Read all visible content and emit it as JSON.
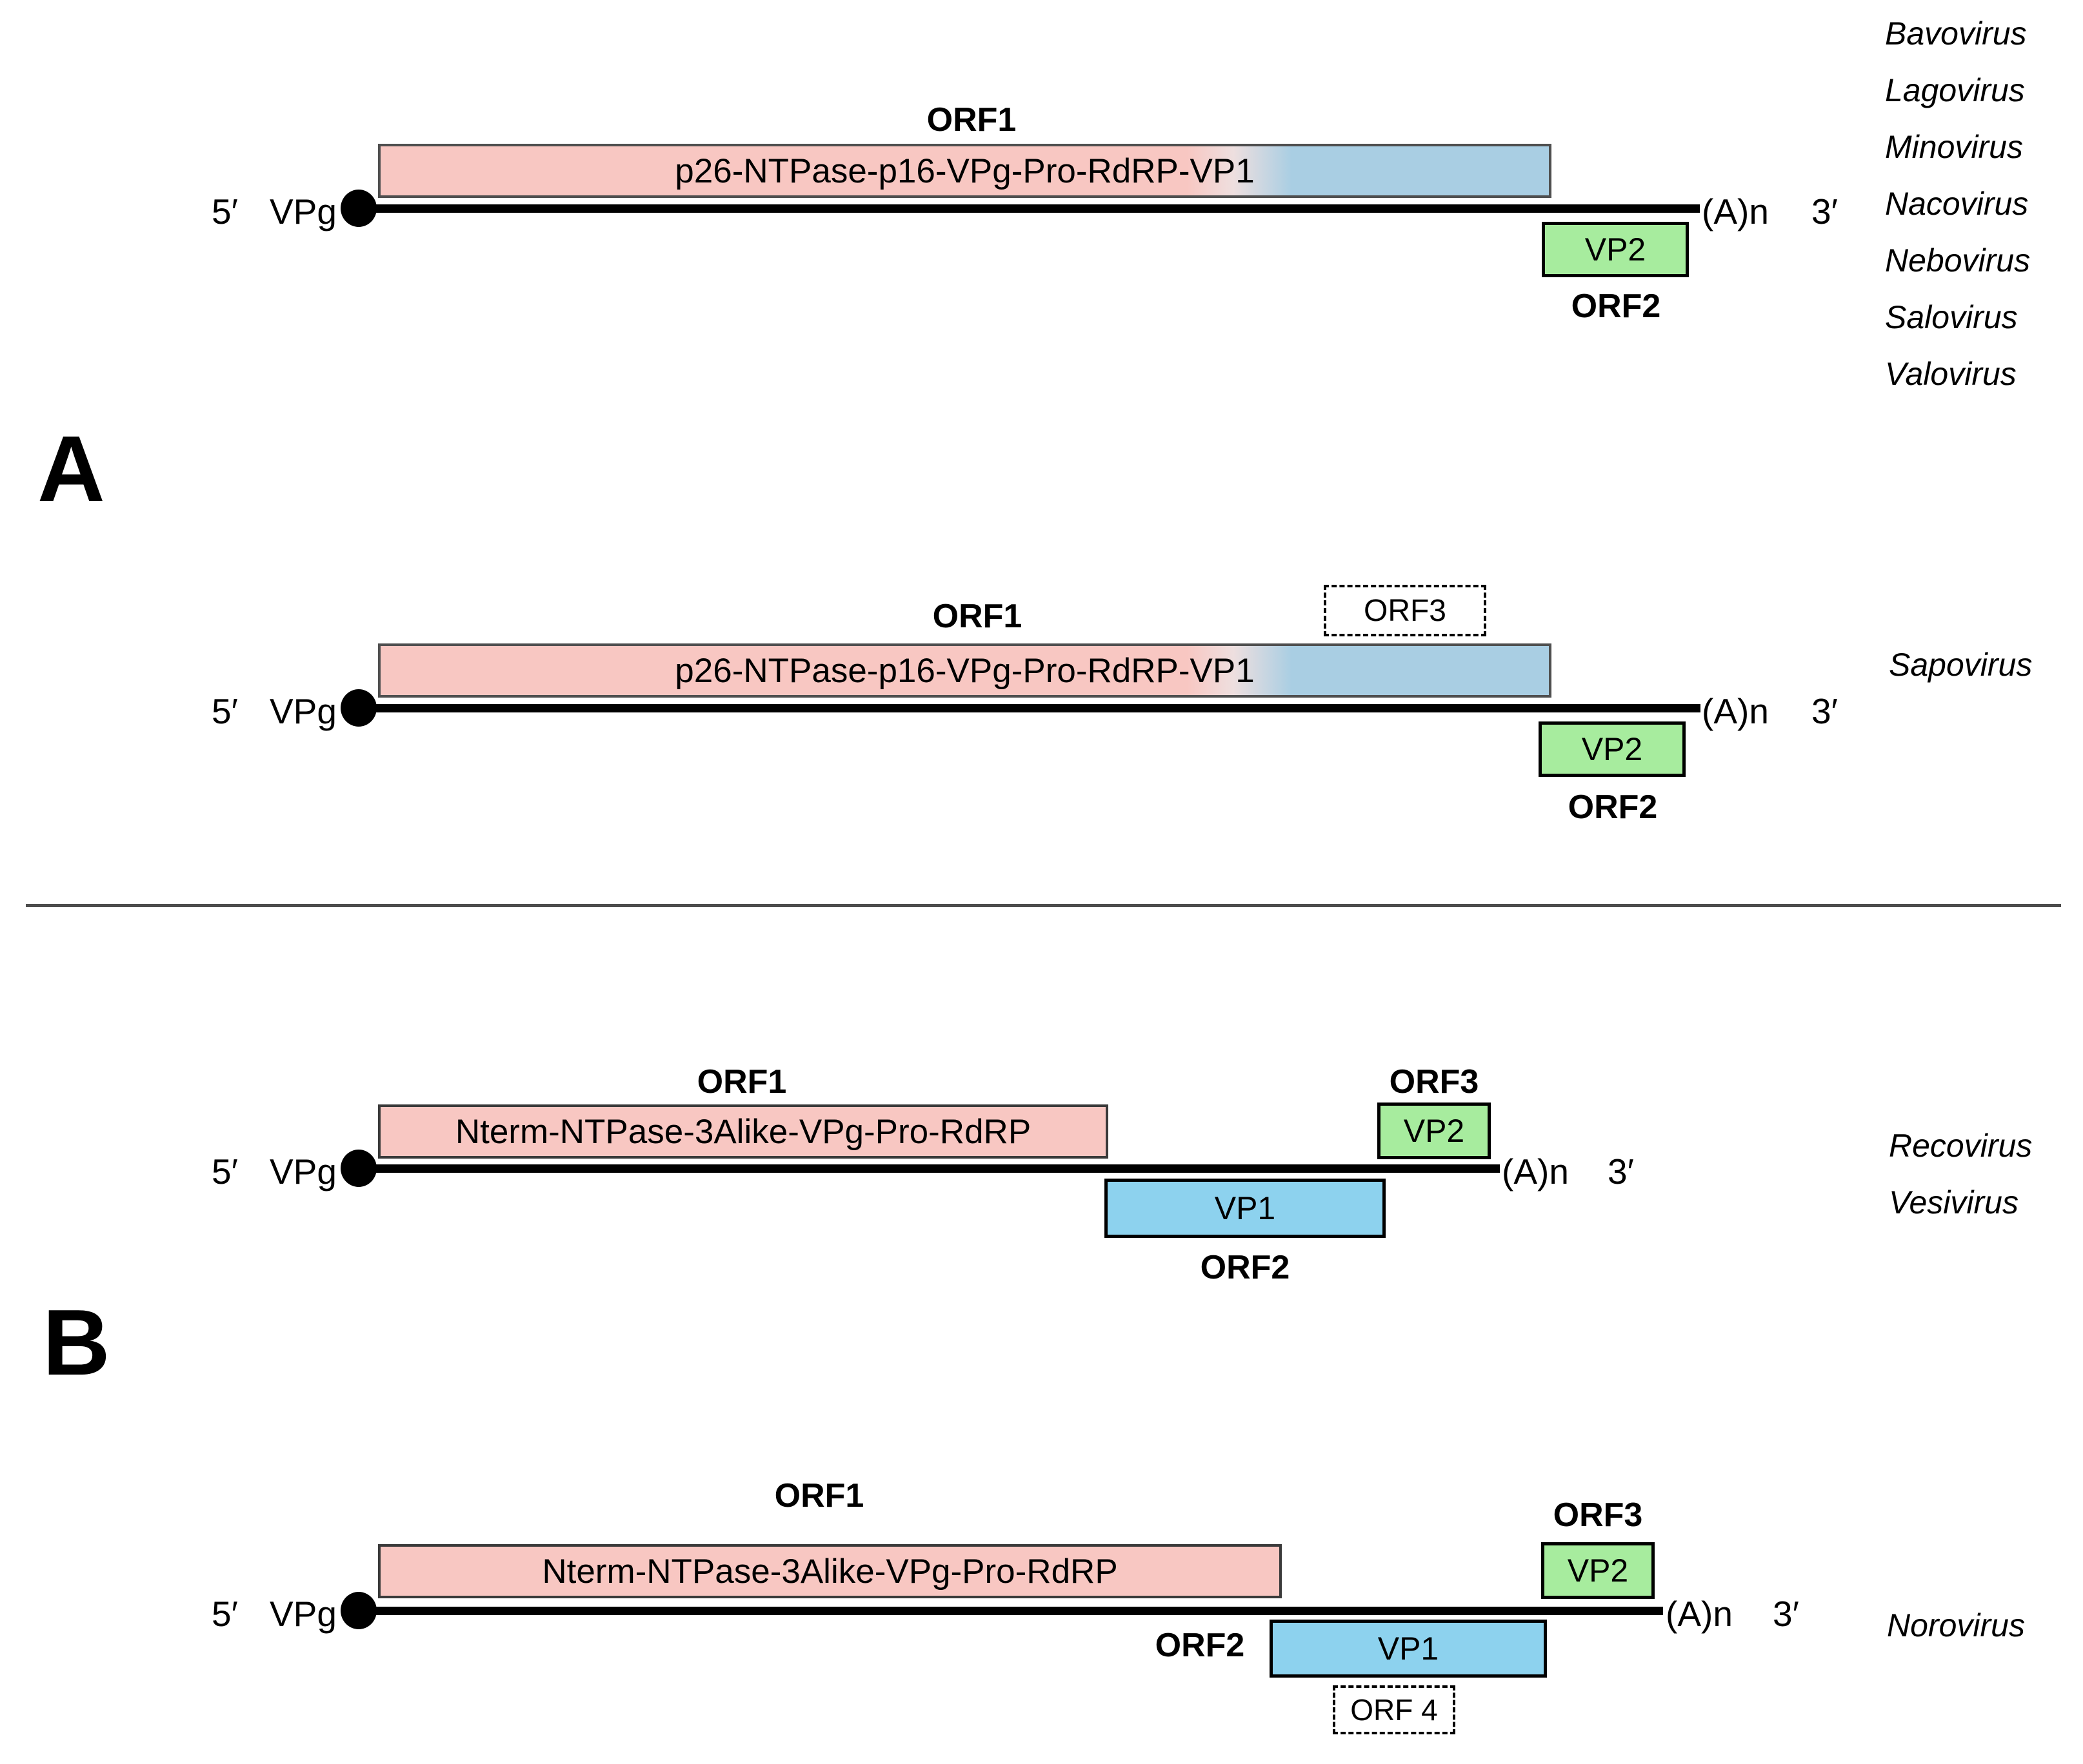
{
  "figure": {
    "panel_a": "A",
    "panel_b": "B"
  },
  "shared": {
    "five_prime": "5′",
    "three_prime": "3′",
    "vpg": "VPg",
    "poly_a": "(A)n"
  },
  "rows": {
    "a1": {
      "orf1_label": "ORF1",
      "orf1_text": "p26-NTPase-p16-VPg-Pro-RdRP-VP1",
      "vp2_label": "VP2",
      "orf2_label": "ORF2",
      "viruses": [
        "Bavovirus",
        "Lagovirus",
        "Minovirus",
        "Nacovirus",
        "Nebovirus",
        "Salovirus",
        "Valovirus"
      ]
    },
    "a2": {
      "orf1_label": "ORF1",
      "orf3_label": "ORF3",
      "orf1_text": "p26-NTPase-p16-VPg-Pro-RdRP-VP1",
      "vp2_label": "VP2",
      "orf2_label": "ORF2",
      "viruses": [
        "Sapovirus"
      ]
    },
    "b1": {
      "orf1_label": "ORF1",
      "orf1_text": "Nterm-NTPase-3Alike-VPg-Pro-RdRP",
      "orf3_label": "ORF3",
      "vp2_label": "VP2",
      "vp1_label": "VP1",
      "orf2_label": "ORF2",
      "viruses": [
        "Recovirus",
        "Vesivirus"
      ]
    },
    "b2": {
      "orf1_label": "ORF1",
      "orf1_text": "Nterm-NTPase-3Alike-VPg-Pro-RdRP",
      "orf3_label": "ORF3",
      "vp2_label": "VP2",
      "vp1_label": "VP1",
      "orf2_label": "ORF2",
      "orf4_label": "ORF 4",
      "viruses": [
        "Norovirus"
      ]
    }
  },
  "colors": {
    "orf1_pink": "#f8c7c2",
    "orf1_blue": "#a9cee3",
    "vp1_blue": "#8dd2ee",
    "vp2_green": "#a7ec9e",
    "genome_line": "#000000",
    "box_border_gray": "#4f4f4f",
    "divider_gray": "#4d4d4d"
  }
}
